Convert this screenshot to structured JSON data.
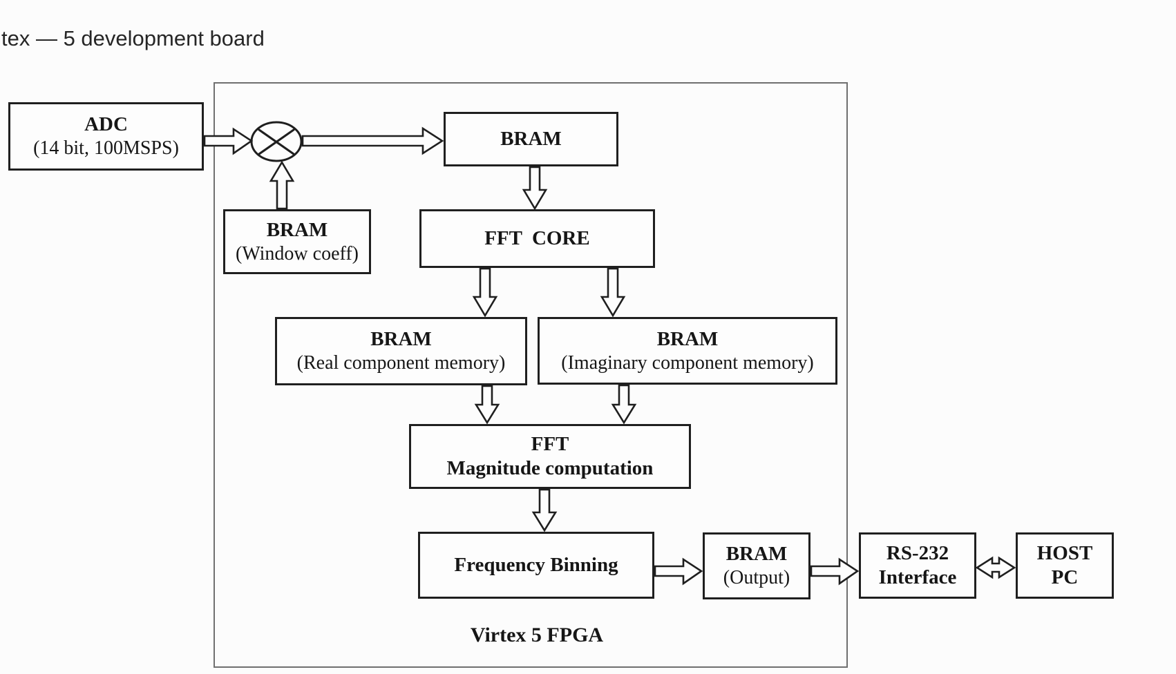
{
  "caption": "tex — 5 development board",
  "fpga_label": "Virtex 5 FPGA",
  "blocks": {
    "adc": {
      "title": "ADC",
      "sub": "(14 bit, 100MSPS)"
    },
    "bram_input": {
      "title": "BRAM"
    },
    "bram_window": {
      "title": "BRAM",
      "sub": "(Window coeff)"
    },
    "fft_core": {
      "title": "FFT  CORE"
    },
    "bram_real": {
      "title": "BRAM",
      "sub": "(Real component memory)"
    },
    "bram_imag": {
      "title": "BRAM",
      "sub": "(Imaginary component memory)"
    },
    "fft_mag": {
      "title": "FFT",
      "sub_bold": "Magnitude computation"
    },
    "freq_bin": {
      "title": "Frequency Binning"
    },
    "bram_out": {
      "title": "BRAM",
      "sub": "(Output)"
    },
    "rs232": {
      "title": "RS-232",
      "sub_bold": "Interface"
    },
    "host_pc": {
      "title": "HOST",
      "sub_bold": "PC"
    }
  },
  "icons": {
    "multiplier": "circle-with-x-mixer"
  },
  "connections": [
    "adc -> multiplier",
    "multiplier -> bram_input",
    "bram_window -> multiplier",
    "bram_input -> fft_core",
    "fft_core -> bram_real",
    "fft_core -> bram_imag",
    "bram_real -> fft_mag",
    "bram_imag -> fft_mag",
    "fft_mag -> freq_bin",
    "freq_bin -> bram_out",
    "bram_out -> rs232",
    "rs232 <-> host_pc"
  ],
  "colors": {
    "background": "#fcfcfc",
    "block_border": "#1f1f1f",
    "container_border": "#6f6f6f",
    "text": "#161616",
    "caption_text": "#262626"
  }
}
